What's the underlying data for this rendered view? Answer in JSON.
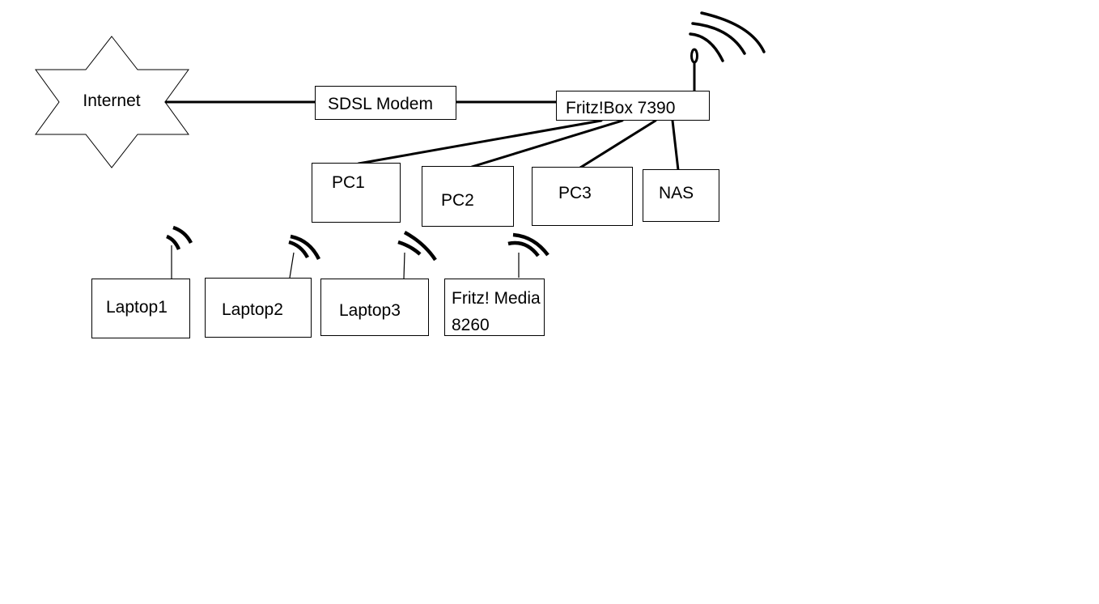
{
  "diagram": {
    "type": "network-topology",
    "nodes": {
      "internet": {
        "label": "Internet",
        "shape": "star"
      },
      "modem": {
        "label": "SDSL Modem"
      },
      "router": {
        "label": "Fritz!Box 7390",
        "wireless": true
      },
      "pc1": {
        "label": "PC1"
      },
      "pc2": {
        "label": "PC2"
      },
      "pc3": {
        "label": "PC3"
      },
      "nas": {
        "label": "NAS"
      },
      "laptop1": {
        "label": "Laptop1",
        "wireless": true
      },
      "laptop2": {
        "label": "Laptop2",
        "wireless": true
      },
      "laptop3": {
        "label": "Laptop3",
        "wireless": true
      },
      "media": {
        "label_line1": "Fritz! Media",
        "label_line2": "8260",
        "wireless": true
      }
    },
    "edges": [
      {
        "from": "Internet",
        "to": "SDSL Modem",
        "kind": "wired"
      },
      {
        "from": "SDSL Modem",
        "to": "Fritz!Box 7390",
        "kind": "wired"
      },
      {
        "from": "Fritz!Box 7390",
        "to": "PC1",
        "kind": "wired"
      },
      {
        "from": "Fritz!Box 7390",
        "to": "PC2",
        "kind": "wired"
      },
      {
        "from": "Fritz!Box 7390",
        "to": "PC3",
        "kind": "wired"
      },
      {
        "from": "Fritz!Box 7390",
        "to": "NAS",
        "kind": "wired"
      }
    ],
    "colors": {
      "stroke": "#000000",
      "background": "#ffffff",
      "text": "#000000"
    }
  }
}
